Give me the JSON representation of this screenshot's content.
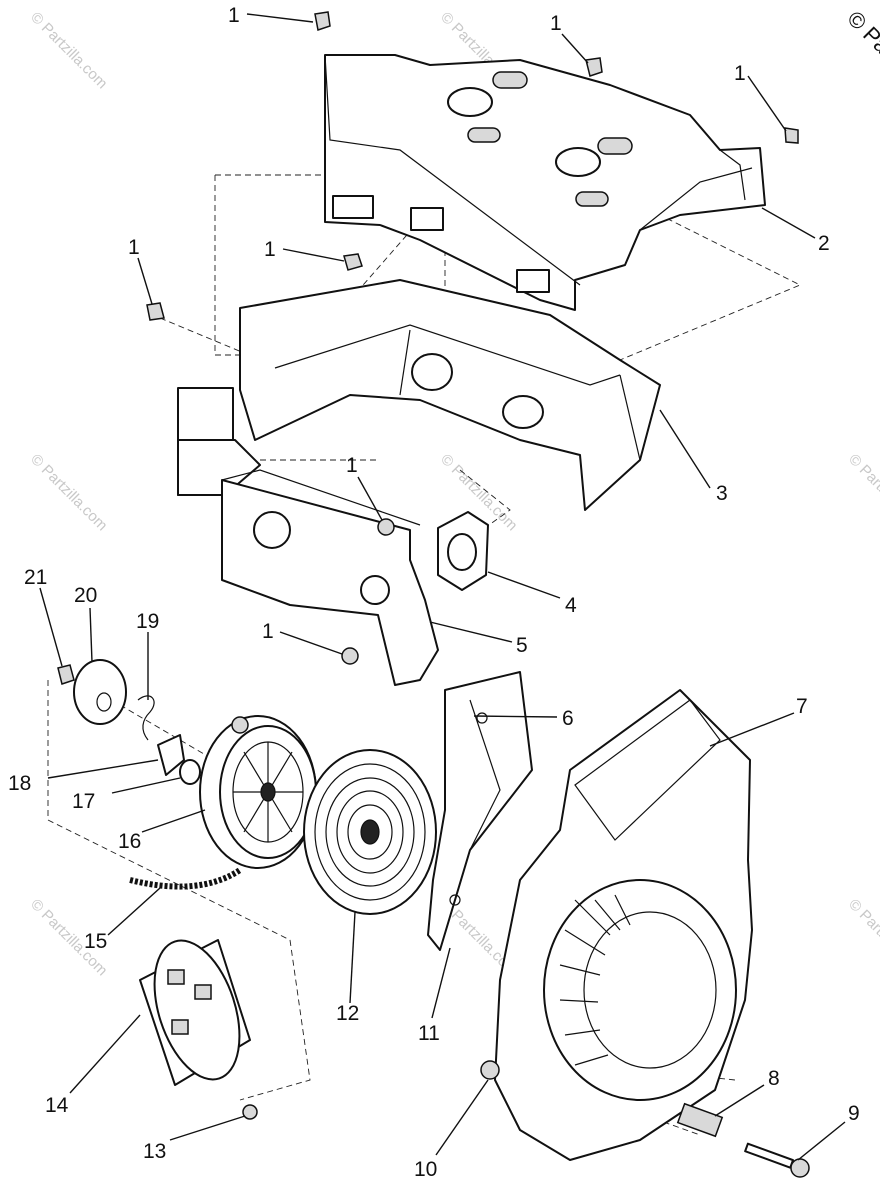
{
  "copyright_mark": "© Pa",
  "watermark_text": "© Partzilla.com",
  "callouts": {
    "c1a": "1",
    "c1b": "1",
    "c1c": "1",
    "c1d": "1",
    "c1e": "1",
    "c1f": "1",
    "c1g": "1",
    "c2": "2",
    "c3": "3",
    "c4": "4",
    "c5": "5",
    "c6": "6",
    "c7": "7",
    "c8": "8",
    "c9": "9",
    "c10": "10",
    "c11": "11",
    "c12": "12",
    "c13": "13",
    "c14": "14",
    "c15": "15",
    "c16": "16",
    "c17": "17",
    "c18": "18",
    "c19": "19",
    "c20": "20",
    "c21": "21"
  }
}
